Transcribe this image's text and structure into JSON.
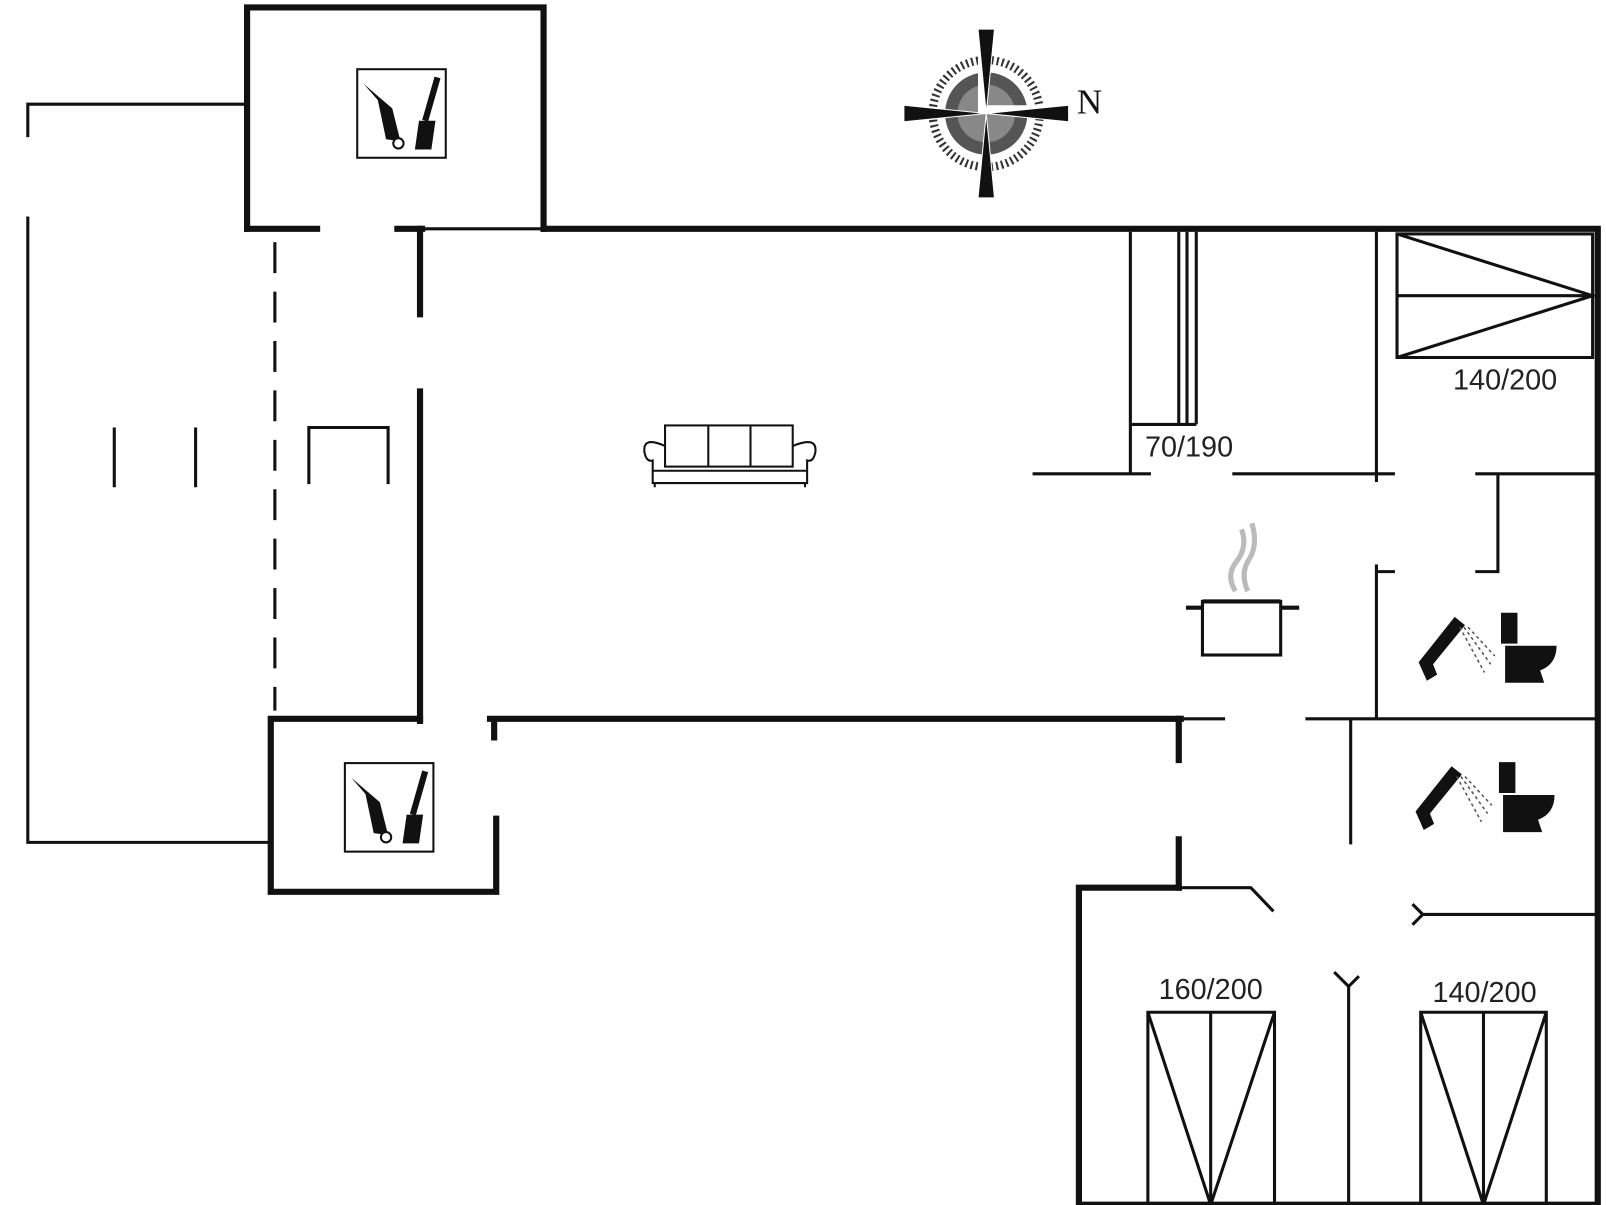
{
  "plan": {
    "compass_label": "N",
    "beds": [
      {
        "id": "bed-top-right",
        "label": "140/200"
      },
      {
        "id": "bunk-closet",
        "label": "70/190"
      },
      {
        "id": "bed-bottom-middle",
        "label": "160/200"
      },
      {
        "id": "bed-bottom-right",
        "label": "140/200"
      }
    ],
    "icons": [
      "tool-shed-icon",
      "sofa-icon",
      "cooking-pot-icon",
      "shower-icon",
      "toilet-icon",
      "compass-rose-icon"
    ]
  }
}
